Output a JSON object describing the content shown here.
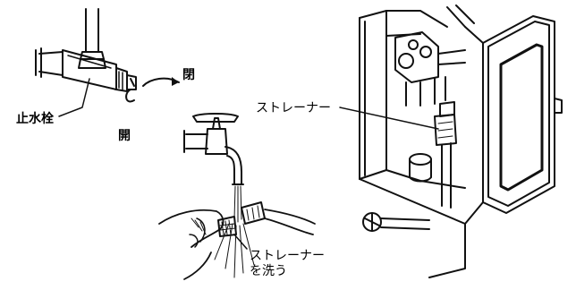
{
  "labels": {
    "shutoff_valve": "止水栓",
    "open_left": "開",
    "close_right": "閉",
    "strainer_device": "ストレーナー",
    "wash_line1": "ストレーナー",
    "wash_line2": "を洗う"
  }
}
